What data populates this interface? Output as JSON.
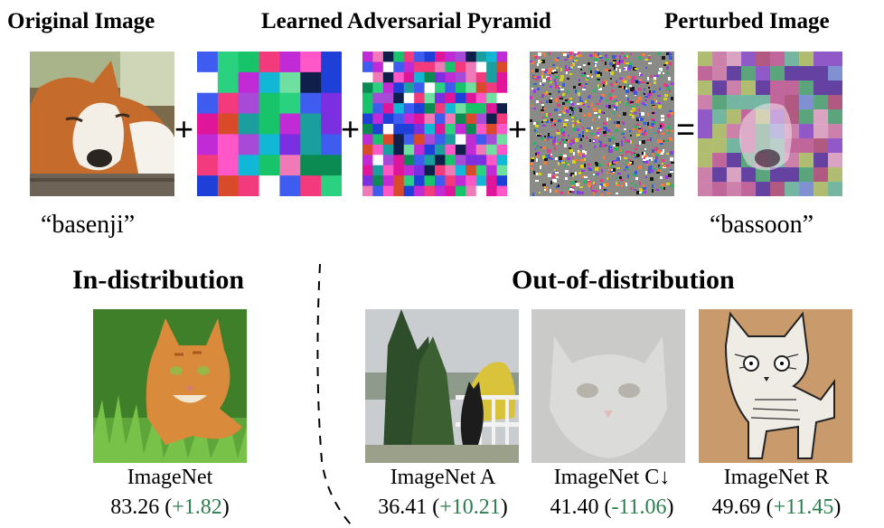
{
  "top": {
    "original_title": "Original Image",
    "pyramid_title": "Learned Adversarial Pyramid",
    "perturbed_title": "Perturbed Image",
    "plus_1": "+",
    "plus_2": "+",
    "plus_3": "+",
    "equals": "=",
    "original_label": "“basenji”",
    "perturbed_label": "“bassoon”"
  },
  "in_distribution": {
    "heading": "In-distribution",
    "dataset": "ImageNet",
    "score": "83.26",
    "delta": "+1.82"
  },
  "out_of_distribution": {
    "heading": "Out-of-distribution",
    "datasets": [
      {
        "name": "ImageNet A",
        "score": "36.41",
        "delta": "+10.21"
      },
      {
        "name": "ImageNet C↓",
        "score": "41.40",
        "delta": "-11.06"
      },
      {
        "name": "ImageNet R",
        "score": "49.69",
        "delta": "+11.45"
      }
    ]
  },
  "colors": {
    "delta_green": "#2e7d4f"
  }
}
